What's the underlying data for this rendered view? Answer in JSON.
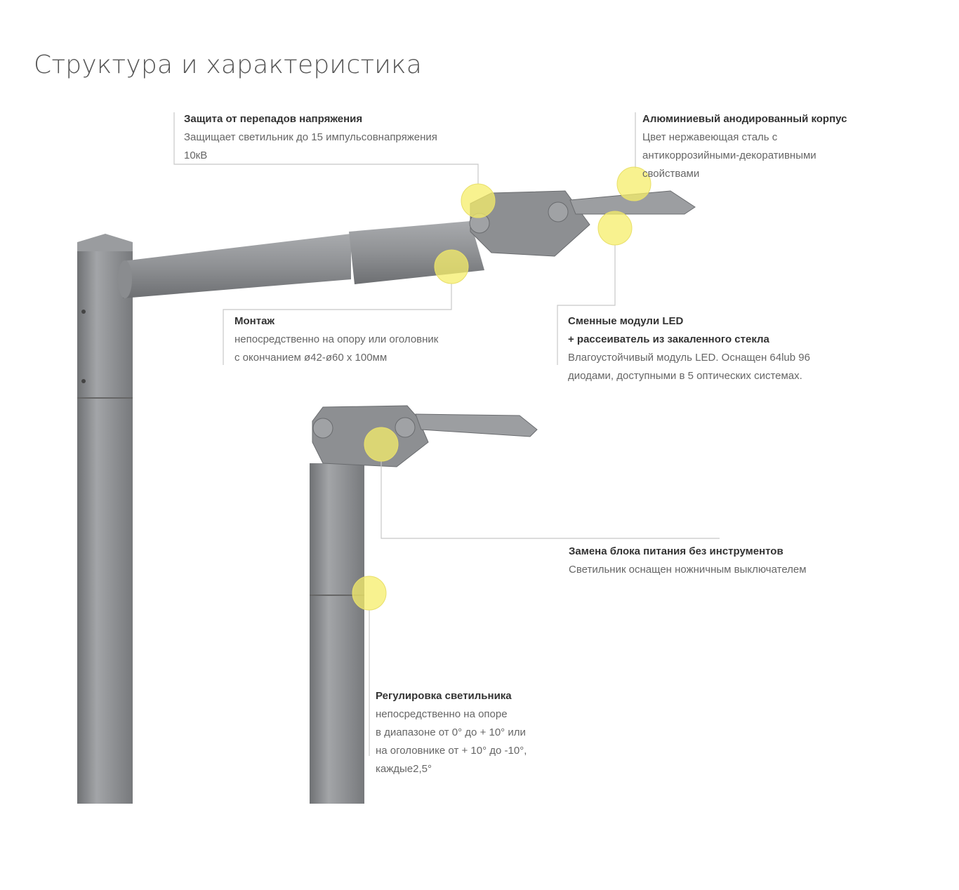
{
  "title": "Структура и характеристика",
  "colors": {
    "highlight": "#f5ee6a",
    "pole": "#8e9093",
    "leader": "#c8c8c8"
  },
  "callouts": {
    "surge": {
      "heading": "Защита от перепадов напряжения",
      "lines": [
        "Защищает светильник до 15 импульсовнапряжения",
        "10кВ"
      ]
    },
    "housing": {
      "heading": "Алюминиевый анодированный корпус",
      "lines": [
        "Цвет нержавеющая сталь с",
        "антикоррозийными-декоративными",
        "свойствами"
      ]
    },
    "mount": {
      "heading": "Монтаж",
      "lines": [
        "непосредственно на опору или оголовник",
        "с окончанием ø42-ø60 х 100мм"
      ]
    },
    "led": {
      "heading": "Сменные модули LED",
      "heading2": "+ рассеиватель из закаленного стекла",
      "lines": [
        "Влагоустойчивый модуль LED. Оснащен 64lub 96",
        "диодами, доступными в 5 оптических системах."
      ]
    },
    "psu": {
      "heading": "Замена блока питания без инструментов",
      "lines": [
        "Светильник оснащен ножничным выключателем"
      ]
    },
    "adjust": {
      "heading": "Регулировка светильника",
      "lines": [
        "непосредственно на опоре",
        "в диапазоне от 0° до + 10° или",
        "на оголовнике от + 10° до -10°,",
        "каждые2,5°"
      ]
    }
  }
}
